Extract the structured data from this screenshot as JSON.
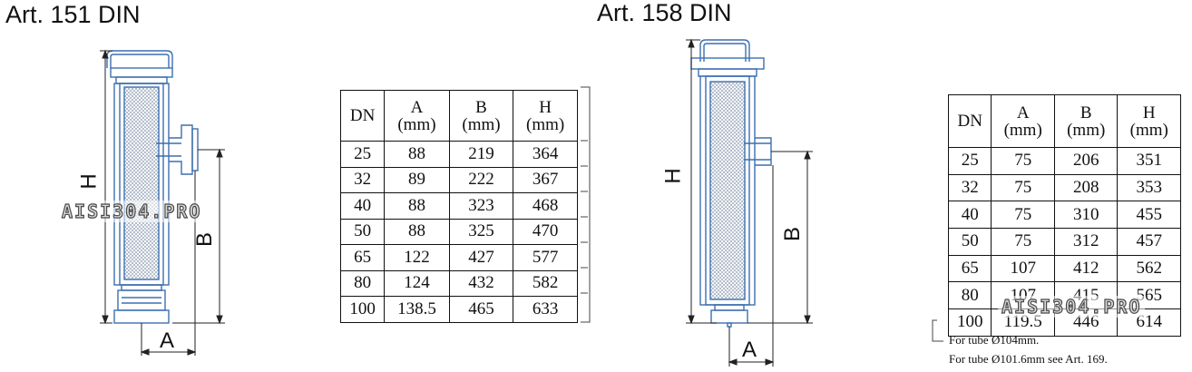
{
  "left": {
    "title": "Art. 151 DIN",
    "dim_labels": {
      "h": "H",
      "b": "B",
      "a": "A"
    },
    "table": {
      "header": {
        "dn": "DN",
        "a": [
          "A",
          "(mm)"
        ],
        "b": [
          "B",
          "(mm)"
        ],
        "h": [
          "H",
          "(mm)"
        ]
      },
      "rows": [
        [
          "25",
          "88",
          "219",
          "364"
        ],
        [
          "32",
          "89",
          "222",
          "367"
        ],
        [
          "40",
          "88",
          "323",
          "468"
        ],
        [
          "50",
          "88",
          "325",
          "470"
        ],
        [
          "65",
          "122",
          "427",
          "577"
        ],
        [
          "80",
          "124",
          "432",
          "582"
        ],
        [
          "100",
          "138.5",
          "465",
          "633"
        ]
      ]
    },
    "watermark": "AISI304.PRO"
  },
  "right": {
    "title": "Art. 158 DIN",
    "dim_labels": {
      "h": "H",
      "b": "B",
      "a": "A"
    },
    "table": {
      "header": {
        "dn": "DN",
        "a": [
          "A",
          "(mm)"
        ],
        "b": [
          "B",
          "(mm)"
        ],
        "h": [
          "H",
          "(mm)"
        ]
      },
      "rows": [
        [
          "25",
          "75",
          "206",
          "351"
        ],
        [
          "32",
          "75",
          "208",
          "353"
        ],
        [
          "40",
          "75",
          "310",
          "455"
        ],
        [
          "50",
          "75",
          "312",
          "457"
        ],
        [
          "65",
          "107",
          "412",
          "562"
        ],
        [
          "80",
          "107",
          "415",
          "565"
        ],
        [
          "100",
          "119.5",
          "446",
          "614"
        ]
      ]
    },
    "watermark": "AISI304.PRO",
    "notes": [
      "For tube Ø104mm.",
      "For tube Ø101.6mm see Art. 169."
    ]
  },
  "colors": {
    "drawing": "#3d6fb0",
    "dim": "#222222",
    "mesh": "#7f8fa6"
  }
}
